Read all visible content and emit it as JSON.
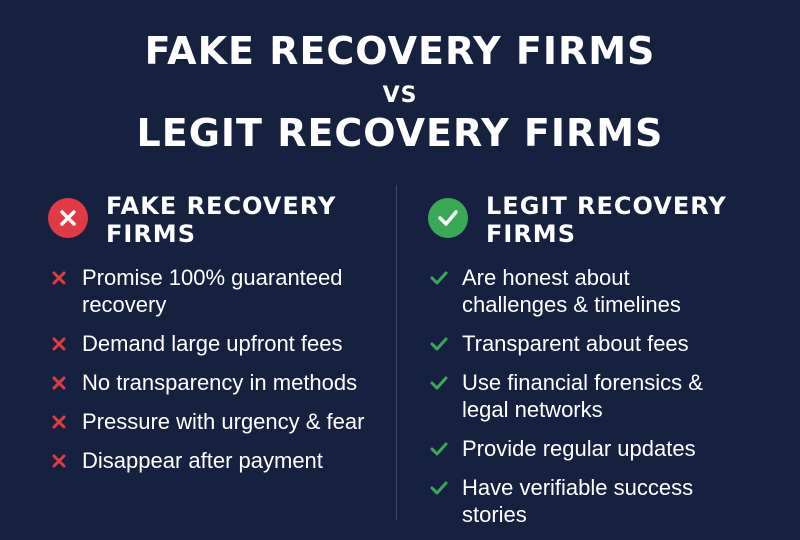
{
  "title": {
    "line1": "FAKE RECOVERY FIRMS",
    "vs": "VS",
    "line2": "LEGIT RECOVERY FIRMS"
  },
  "fake": {
    "heading": "FAKE RECOVERY FIRMS",
    "icon": "x-circle-icon",
    "color": "#e03a44",
    "items": [
      "Promise 100% guaranteed recovery",
      "Demand large upfront fees",
      "No transparency in methods",
      "Pressure with urgency & fear",
      "Disappear after payment"
    ]
  },
  "legit": {
    "heading": "LEGIT RECOVERY FIRMS",
    "icon": "check-circle-icon",
    "color": "#3ba856",
    "items": [
      "Are honest about challenges & timelines",
      "Transparent about fees",
      "Use financial forensics & legal networks",
      "Provide regular updates",
      "Have verifiable success stories"
    ]
  },
  "colors": {
    "background": "#15213f",
    "text": "#ffffff",
    "divider": "#3a4768"
  }
}
